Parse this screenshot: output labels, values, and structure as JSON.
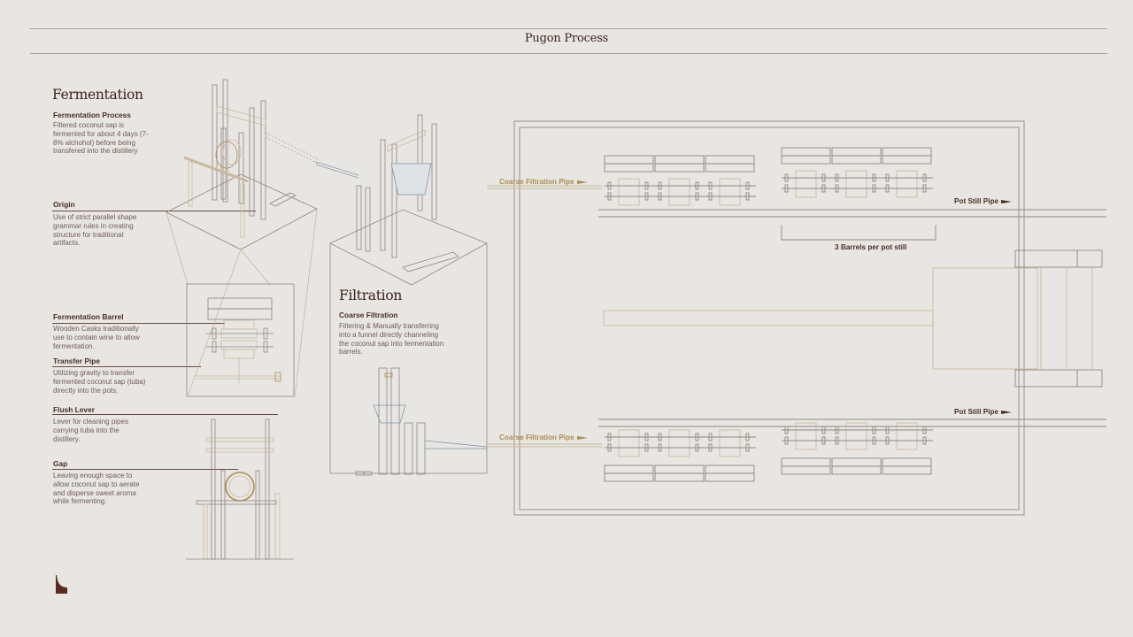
{
  "header": {
    "title": "Pugon Process"
  },
  "fermentation": {
    "title": "Fermentation",
    "blocks": [
      {
        "heading": "Fermentation Process",
        "body": "Filtered coconut sap is fermented for about 4 days (7-8% alchohol) before being transfered into the distillery"
      },
      {
        "heading": "Origin",
        "body": "Use of strict parallel shape grammar rules in creating structure for traditional artifacts."
      },
      {
        "heading": "Fermentation Barrel",
        "body": "Wooden Casks traditionally use to contain wine to allow fermentation."
      },
      {
        "heading": "Transfer Pipe",
        "body": "Utilizing gravity to transfer fermented coconut sap (tuba) directly into the pots."
      },
      {
        "heading": "Flush Lever",
        "body": "Lever for cleaning pipes carrying tuba into the distillery."
      },
      {
        "heading": "Gap",
        "body": "Leaving enough space to allow coconut sap to aerate and disperse sweet aroma while fermenting."
      }
    ]
  },
  "filtration": {
    "title": "Filtration",
    "blocks": [
      {
        "heading": "Coarse Filtration",
        "body": "Filtering & Manually transferring into a funnel directly channeling the coconut sap into fermentation barrels."
      }
    ]
  },
  "plan": {
    "labels": {
      "coarse_pipe_top": "Coarse Filtration Pipe",
      "coarse_pipe_bottom": "Coarse Filtration Pipe",
      "pot_still_top": "Pot Still Pipe",
      "pot_still_bottom": "Pot Still Pipe",
      "barrels_note": "3 Barrels per pot still"
    },
    "barrel_rows": 4,
    "barrels_per_row": 3
  },
  "colors": {
    "background": "#e8e6e3",
    "ink_dark": "#4a2e27",
    "line_gray": "#8f8582",
    "line_tan": "#c9b99a",
    "accent_gold": "#b08b4e",
    "filter_blue": "#7f93a6"
  }
}
